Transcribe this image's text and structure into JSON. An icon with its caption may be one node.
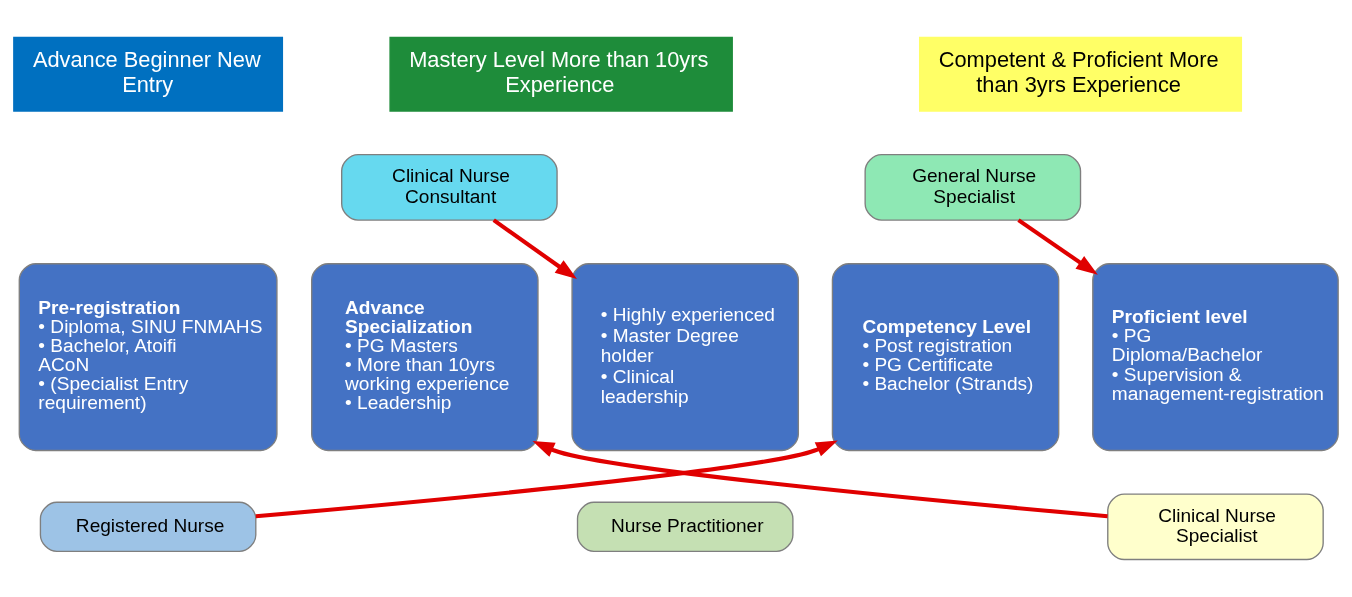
{
  "diagram": {
    "nodes": [
      {
        "text": [
          "Advance Beginner New Entry"
        ]
      },
      {
        "text": [
          "Competent & Proficient More than 3yrs Experience"
        ]
      },
      {
        "text": [
          "Mastery Level More than 10yrs Experience"
        ]
      },
      {
        "text": [
          "General Nurse Specialist"
        ]
      },
      {
        "text": [
          "Clinical Nurse Consultant"
        ]
      },
      {
        "text": [
          "Pre-registration",
          "• Diploma, SINU FNMAHS",
          "• Bachelor, Atoifi ACoN",
          "• (Specialist Entry requirement)"
        ]
      },
      {
        "text": [
          "Competency Level",
          "• Post registration",
          "• PG Certificate",
          "• Bachelor (Strands)"
        ]
      },
      {
        "text": [
          "Proficient level",
          "• PG Diploma/Bachelor",
          "• Supervision & management-registration"
        ]
      },
      {
        "text": [
          "Advance Specialization",
          "• PG Masters",
          "• More than 10yrs working experience",
          "• Leadership"
        ]
      },
      {
        "text": [
          "• Highly experienced",
          "• Master Degree holder",
          "• Clinical leadership"
        ]
      },
      {
        "text": [
          "Registered Nurse"
        ]
      },
      {
        "text": [
          "Clinical Nurse Specialist"
        ]
      },
      {
        "text": [
          "Nurse Practitioner"
        ]
      }
    ],
    "edges": [
      {
        "from": 10,
        "to": 6,
        "arrow": "to"
      },
      {
        "from": 3,
        "to": 7,
        "arrow": "to"
      },
      {
        "from": 11,
        "to": 8,
        "arrow": "to"
      },
      {
        "from": 4,
        "to": 9,
        "arrow": "to"
      }
    ]
  }
}
